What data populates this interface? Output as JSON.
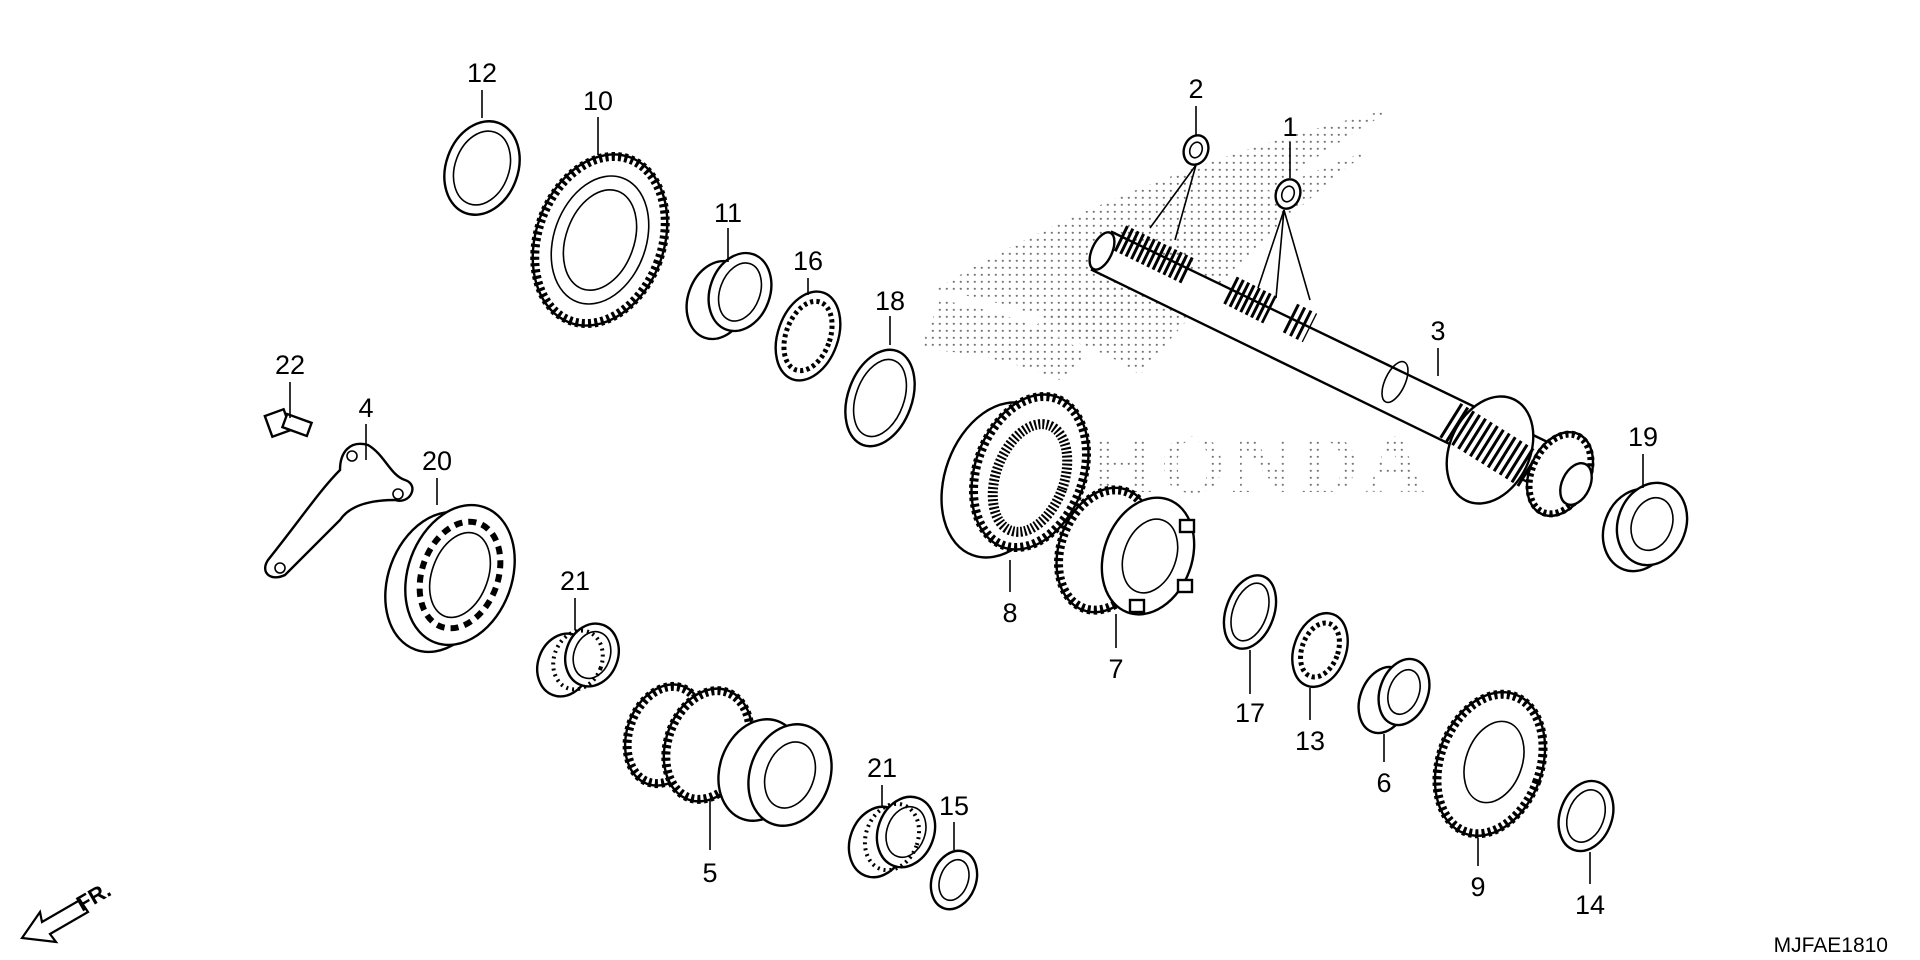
{
  "diagram": {
    "watermark_text": "HONDA",
    "direction_label": "FR.",
    "code": "MJFAE1810",
    "callouts": {
      "c1": "1",
      "c2": "2",
      "c3": "3",
      "c4": "4",
      "c5": "5",
      "c6": "6",
      "c7": "7",
      "c8": "8",
      "c9": "9",
      "c10": "10",
      "c11": "11",
      "c12": "12",
      "c13": "13",
      "c14": "14",
      "c15": "15",
      "c16": "16",
      "c17": "17",
      "c18": "18",
      "c19": "19",
      "c20": "20",
      "c21a": "21",
      "c21b": "21",
      "c22": "22"
    }
  }
}
